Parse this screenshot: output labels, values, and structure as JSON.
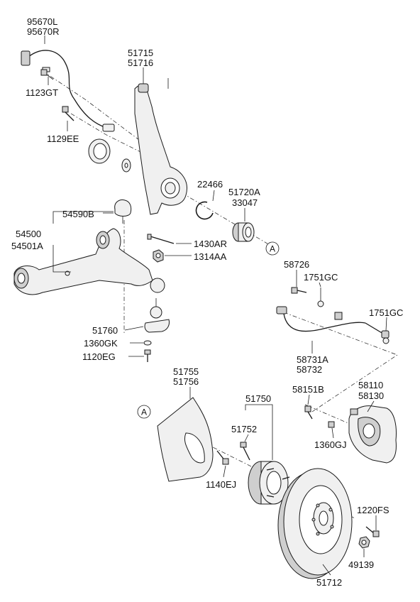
{
  "labels": {
    "p95670L": "95670L",
    "p95670R": "95670R",
    "p1123GT": "1123GT",
    "p1129EE": "1129EE",
    "p51715": "51715",
    "p51716": "51716",
    "p22466": "22466",
    "p51720A": "51720A",
    "p33047": "33047",
    "p54590B": "54590B",
    "p54500": "54500",
    "p54501A": "54501A",
    "p1430AR": "1430AR",
    "p1314AA": "1314AA",
    "p58726": "58726",
    "p1751GC_a": "1751GC",
    "p1751GC_b": "1751GC",
    "p51760": "51760",
    "p1360GK": "1360GK",
    "p1120EG": "1120EG",
    "p58731A": "58731A",
    "p58732": "58732",
    "p51755": "51755",
    "p51756": "51756",
    "p58151B": "58151B",
    "p58110": "58110",
    "p58130": "58130",
    "p51750": "51750",
    "p51752": "51752",
    "p1360GJ": "1360GJ",
    "p1140EJ": "1140EJ",
    "p1220FS": "1220FS",
    "p49139": "49139",
    "p51712": "51712"
  },
  "reference_markers": {
    "a_top": "A",
    "a_left": "A"
  }
}
